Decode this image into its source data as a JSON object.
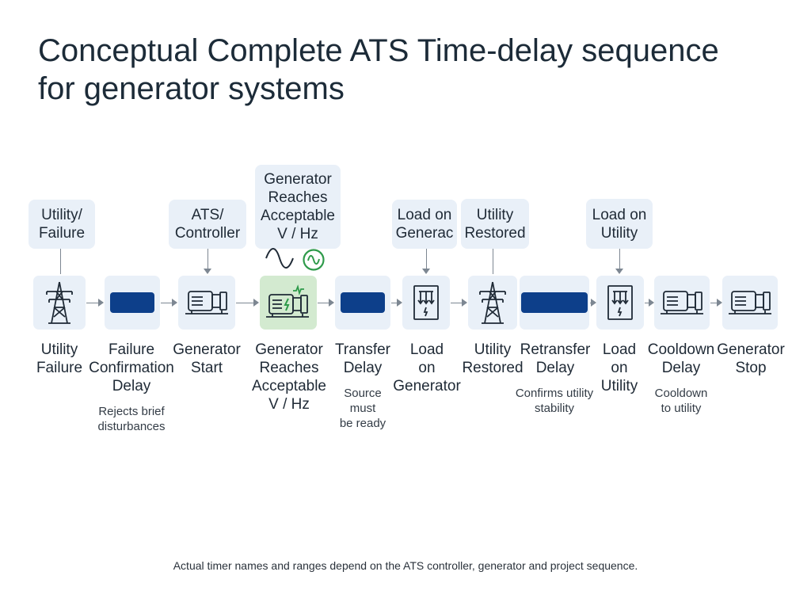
{
  "title": {
    "line1": "Conceptual Complete ATS Time-delay sequence",
    "line2": "for generator systems"
  },
  "callouts": {
    "utility_failure": [
      "Utility/",
      "Failure"
    ],
    "ats_controller": [
      "ATS/",
      "Controller"
    ],
    "generator_reaches": [
      "Generator",
      "Reaches",
      "Acceptable",
      "V / Hz"
    ],
    "load_on_generator": [
      "Load on",
      "Generac"
    ],
    "utility_restored": [
      "Utility",
      "Restored"
    ],
    "load_on_utility": [
      "Load on",
      "Utility"
    ]
  },
  "steps": [
    {
      "label": [
        "Utility",
        "Failure"
      ],
      "icon": "transmission-tower-icon"
    },
    {
      "label": [
        "Failure",
        "Confirmation",
        "Delay"
      ],
      "note": [
        "Rejects brief",
        "disturbances"
      ],
      "icon": "delay-bar"
    },
    {
      "label": [
        "Generator",
        "Start"
      ],
      "icon": "generator-icon"
    },
    {
      "label": [
        "Generator",
        "Reaches",
        "Acceptable",
        "V / Hz"
      ],
      "icon": "generator-icon"
    },
    {
      "label": [
        "Transfer",
        "Delay"
      ],
      "note": [
        "Source",
        "must",
        "be ready"
      ],
      "icon": "delay-bar"
    },
    {
      "label": [
        "Load",
        "on",
        "Generator"
      ],
      "icon": "transfer-switch-icon"
    },
    {
      "label": [
        "Utility",
        "Restored"
      ],
      "icon": "transmission-tower-icon"
    },
    {
      "label": [
        "Retransfer",
        "Delay"
      ],
      "note": [
        "Confirms utility",
        "stability"
      ],
      "icon": "delay-bar"
    },
    {
      "label": [
        "Load",
        "on",
        "Utility"
      ],
      "icon": "transfer-switch-icon"
    },
    {
      "label": [
        "Cooldown",
        "Delay"
      ],
      "note": [
        "Cooldown",
        "to utility"
      ],
      "icon": "generator-icon"
    },
    {
      "label": [
        "Generator",
        "Stop"
      ],
      "icon": "generator-icon"
    }
  ],
  "footnote": "Actual timer names and ranges depend on the ATS controller, generator and project sequence.",
  "colors": {
    "node_bg": "#e9f0f8",
    "node_green": "#d3ead0",
    "delay_bar": "#0d3f8a",
    "accent_green": "#2e9a4a"
  }
}
